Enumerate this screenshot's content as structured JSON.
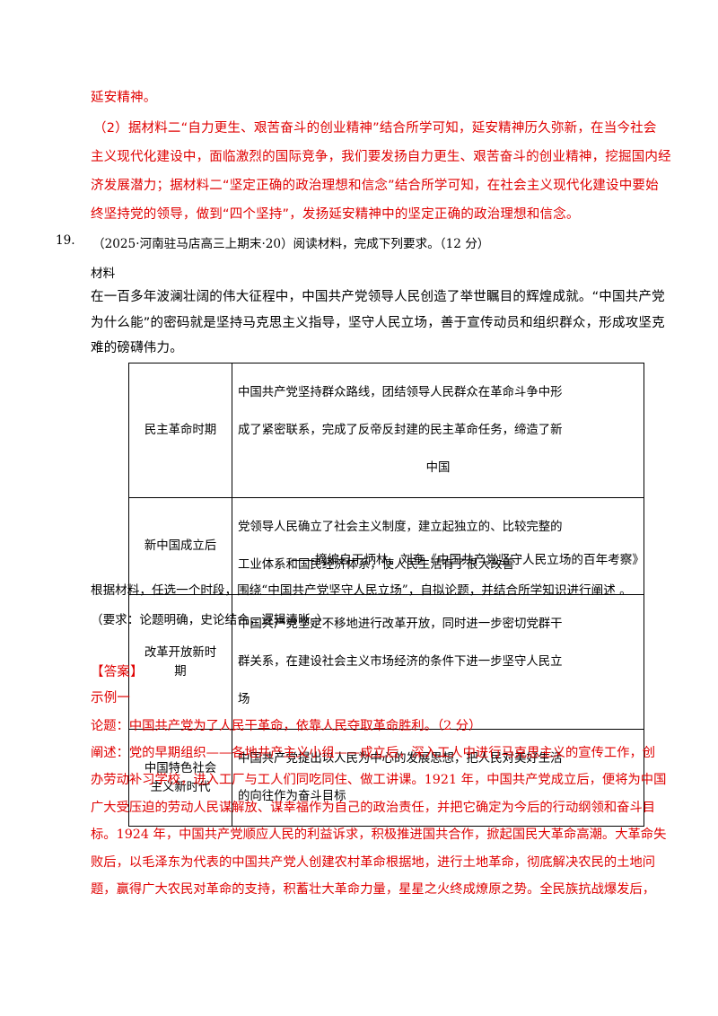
{
  "prev_answer": {
    "line0": "延安精神。",
    "line1": "（2）据材料二“自力更生、艰苦奋斗的创业精神”结合所学可知，延安精神历久弥新，在当今社会",
    "line2": "主义现代化建设中，面临激烈的国际竞争，我们要发扬自力更生、艰苦奋斗的创业精神，挖掘国内经",
    "line3": "济发展潜力；据材料二“坚定正确的政治理想和信念”结合所学可知，在社会主义现代化建设中要始",
    "line4": "终坚持党的领导，做到“四个坚持”，发扬延安精神中的坚定正确的政治理想和信念。"
  },
  "question": {
    "number": "19.",
    "header": "（2025·河南驻马店高三上期末·20）阅读材料，完成下列要求。（12 分）",
    "material_label": "材料",
    "material_line1": "在一百多年波澜壮阔的伟大征程中，中国共产党领导人民创造了举世瞩目的辉煌成就。“中国共产党",
    "material_line2": "为什么能”的密码就是坚持马克思主义指导，坚守人民立场，善于宣传动员和组织群众，形成攻坚克",
    "material_line3": "难的磅礴伟力。",
    "table": [
      {
        "period": "民主革命时期",
        "desc_lines": [
          "中国共产党坚持群众路线，团结领导人民群众在革命斗争中形",
          "成了紧密联系，完成了反帝反封建的民主革命任务，缔造了新",
          "中国"
        ]
      },
      {
        "period": "新中国成立后",
        "desc_lines": [
          "党领导人民确立了社会主义制度，建立起独立的、比较完整的",
          "工业体系和国民经济体系，使人民生活有了很大改善"
        ]
      },
      {
        "period_lines": [
          "改革开放新时",
          "期"
        ],
        "desc_lines": [
          "中国共产党坚定不移地进行改革开放，同时进一步密切党群干",
          "群关系，在建设社会主义市场经济的条件下进一步坚守人民立",
          "场"
        ]
      },
      {
        "period_lines": [
          "中国特色社会",
          "主义新时代"
        ],
        "desc_lines": [
          "中国共产党提出以人民为中心的发展思想，把人民对美好生活",
          "的向往作为奋斗目标"
        ]
      }
    ],
    "source": "——摘编自干炳林、刘奎《中国共产党坚守人民立场的百年考察》",
    "task": "根据材料，任选一个时段，围绕“中国共产党坚守人民立场”，自拟论题，并结合所学知识进行阐述 。",
    "requirement": "（要求：论题明确，史论结合，逻辑清晰。）"
  },
  "answer": {
    "label": "【答案】",
    "example": "示例一",
    "thesis": "论题：中国共产党为了人民干革命，依靠人民夺取革命胜利。（2 分）",
    "lines": [
      "阐述：党的早期组织——各地共产主义小组——成立后，深入工人中进行马克思主义的宣传工作，创",
      "办劳动补习学校，进入工厂与工人们同吃同住、做工讲课。1921 年，中国共产党成立后，便将为中国",
      "广大受压迫的劳动人民谋解放、谋幸福作为自己的政治责任，并把它确定为今后的行动纲领和奋斗目",
      "标。1924 年，中国共产党顺应人民的利益诉求，积极推进国共合作，掀起国民大革命高潮。大革命失",
      "败后，以毛泽东为代表的中国共产党人创建农村革命根据地，进行土地革命，彻底解决农民的土地问",
      "题，赢得广大农民对革命的支持，积蓄壮大革命力量，星星之火终成燎原之势。全民族抗战爆发后，"
    ]
  }
}
